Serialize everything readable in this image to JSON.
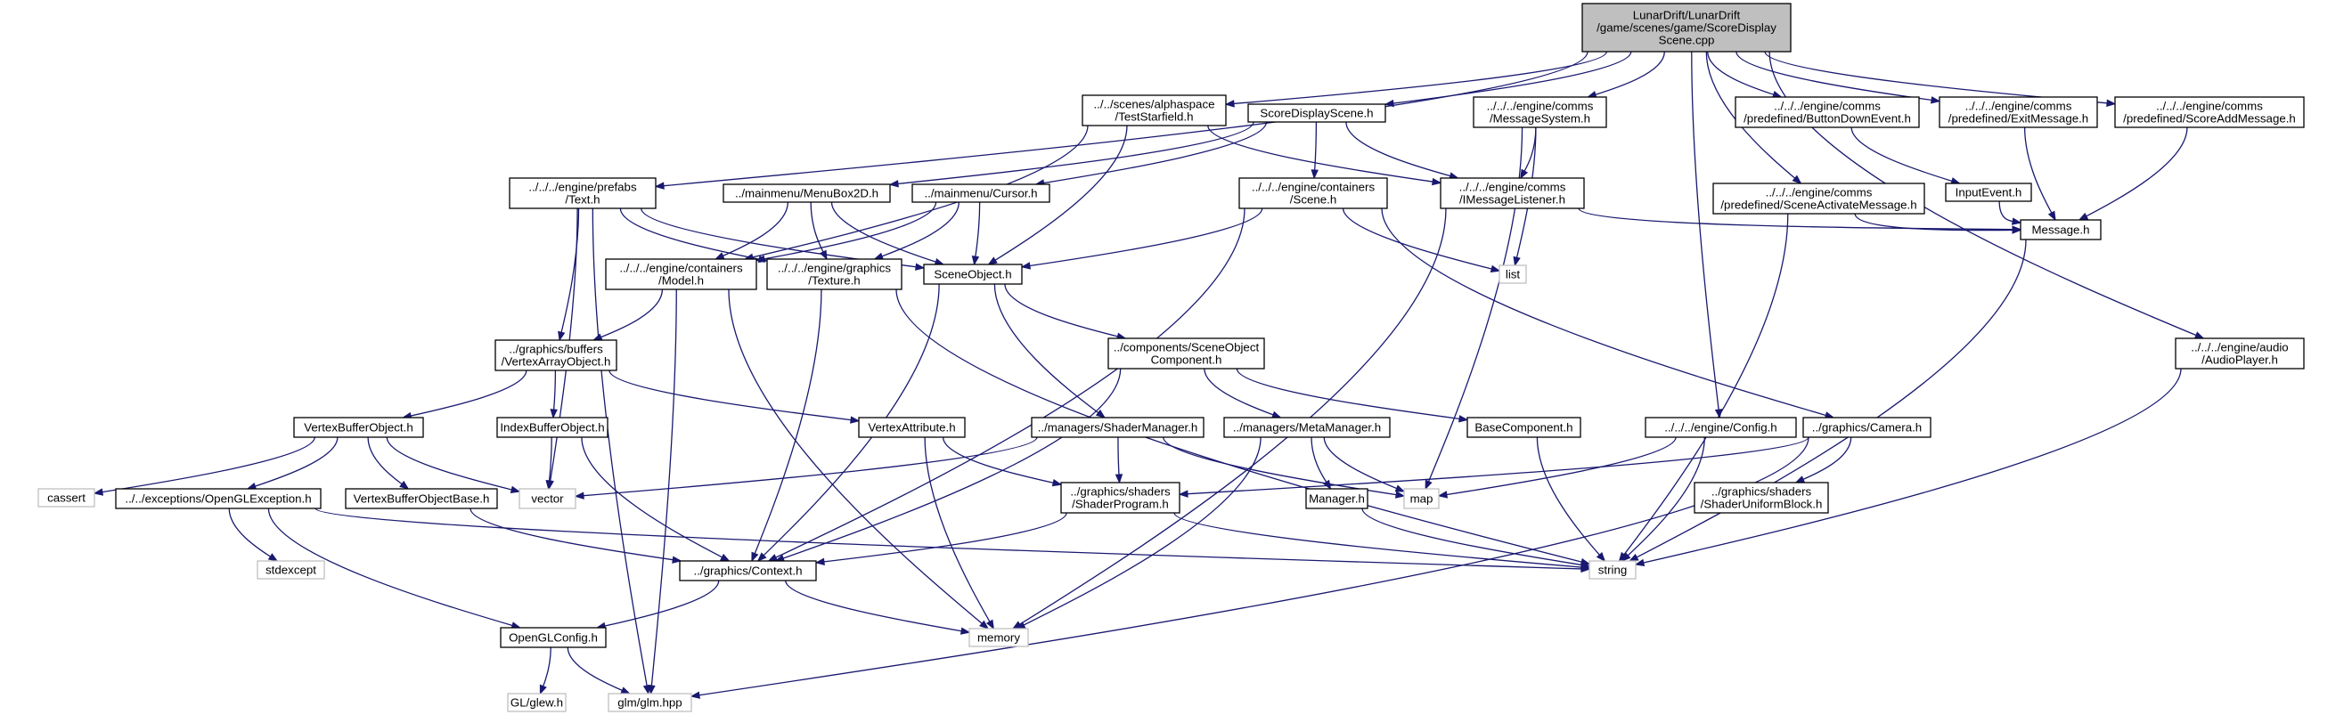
{
  "colors": {
    "edge": "#191970",
    "root_fill": "#bfbfbf",
    "file_border": "#000000",
    "system_border": "#bfbfbf",
    "background": "#ffffff"
  },
  "nodes": [
    {
      "id": "root",
      "lines": [
        "LunarDrift/LunarDrift",
        "/game/scenes/game/ScoreDisplay",
        "Scene.cpp"
      ],
      "kind": "root"
    },
    {
      "id": "text_h",
      "lines": [
        "../../../engine/prefabs",
        "/Text.h"
      ],
      "kind": "file"
    },
    {
      "id": "teststarfield_h",
      "lines": [
        "../../scenes/alphaspace",
        "/TestStarfield.h"
      ],
      "kind": "file"
    },
    {
      "id": "scoredisplayscene_h",
      "lines": [
        "ScoreDisplayScene.h"
      ],
      "kind": "file"
    },
    {
      "id": "messagesystem_h",
      "lines": [
        "../../../engine/comms",
        "/MessageSystem.h"
      ],
      "kind": "file"
    },
    {
      "id": "buttondownevent_h",
      "lines": [
        "../../../engine/comms",
        "/predefined/ButtonDownEvent.h"
      ],
      "kind": "file"
    },
    {
      "id": "exitmessage_h",
      "lines": [
        "../../../engine/comms",
        "/predefined/ExitMessage.h"
      ],
      "kind": "file"
    },
    {
      "id": "scoreaddmessage_h",
      "lines": [
        "../../../engine/comms",
        "/predefined/ScoreAddMessage.h"
      ],
      "kind": "file"
    },
    {
      "id": "menubox2d_h",
      "lines": [
        "../mainmenu/MenuBox2D.h"
      ],
      "kind": "file"
    },
    {
      "id": "cursor_h",
      "lines": [
        "../mainmenu/Cursor.h"
      ],
      "kind": "file"
    },
    {
      "id": "scene_h",
      "lines": [
        "../../../engine/containers",
        "/Scene.h"
      ],
      "kind": "file"
    },
    {
      "id": "imessagelistener_h",
      "lines": [
        "../../../engine/comms",
        "/IMessageListener.h"
      ],
      "kind": "file"
    },
    {
      "id": "sceneactivatemessage_h",
      "lines": [
        "../../../engine/comms",
        "/predefined/SceneActivateMessage.h"
      ],
      "kind": "file"
    },
    {
      "id": "inputevent_h",
      "lines": [
        "InputEvent.h"
      ],
      "kind": "file"
    },
    {
      "id": "model_h",
      "lines": [
        "../../../engine/containers",
        "/Model.h"
      ],
      "kind": "file"
    },
    {
      "id": "texture_h",
      "lines": [
        "../../../engine/graphics",
        "/Texture.h"
      ],
      "kind": "file"
    },
    {
      "id": "sceneobject_h",
      "lines": [
        "SceneObject.h"
      ],
      "kind": "file"
    },
    {
      "id": "list",
      "lines": [
        "list"
      ],
      "kind": "system"
    },
    {
      "id": "message_h",
      "lines": [
        "Message.h"
      ],
      "kind": "file"
    },
    {
      "id": "vertexarrayobject_h",
      "lines": [
        "../graphics/buffers",
        "/VertexArrayObject.h"
      ],
      "kind": "file"
    },
    {
      "id": "sceneobjectcomponent_h",
      "lines": [
        "../components/SceneObject",
        "Component.h"
      ],
      "kind": "file"
    },
    {
      "id": "audioplayer_h",
      "lines": [
        "../../../engine/audio",
        "/AudioPlayer.h"
      ],
      "kind": "file"
    },
    {
      "id": "vertexbufferobject_h",
      "lines": [
        "VertexBufferObject.h"
      ],
      "kind": "file"
    },
    {
      "id": "indexbufferobject_h",
      "lines": [
        "IndexBufferObject.h"
      ],
      "kind": "file"
    },
    {
      "id": "vertexattribute_h",
      "lines": [
        "VertexAttribute.h"
      ],
      "kind": "file"
    },
    {
      "id": "shadermanager_h",
      "lines": [
        "../managers/ShaderManager.h"
      ],
      "kind": "file"
    },
    {
      "id": "metamanager_h",
      "lines": [
        "../managers/MetaManager.h"
      ],
      "kind": "file"
    },
    {
      "id": "basecomponent_h",
      "lines": [
        "BaseComponent.h"
      ],
      "kind": "file"
    },
    {
      "id": "config_h",
      "lines": [
        "../../../engine/Config.h"
      ],
      "kind": "file"
    },
    {
      "id": "camera_h",
      "lines": [
        "../graphics/Camera.h"
      ],
      "kind": "file"
    },
    {
      "id": "cassert",
      "lines": [
        "cassert"
      ],
      "kind": "system"
    },
    {
      "id": "openglexception_h",
      "lines": [
        "../../exceptions/OpenGLException.h"
      ],
      "kind": "file"
    },
    {
      "id": "vertexbufferobjectbase_h",
      "lines": [
        "VertexBufferObjectBase.h"
      ],
      "kind": "file"
    },
    {
      "id": "vector",
      "lines": [
        "vector"
      ],
      "kind": "system"
    },
    {
      "id": "shaderprogram_h",
      "lines": [
        "../graphics/shaders",
        "/ShaderProgram.h"
      ],
      "kind": "file"
    },
    {
      "id": "manager_h",
      "lines": [
        "Manager.h"
      ],
      "kind": "file"
    },
    {
      "id": "map",
      "lines": [
        "map"
      ],
      "kind": "system"
    },
    {
      "id": "shaderuniformblock_h",
      "lines": [
        "../graphics/shaders",
        "/ShaderUniformBlock.h"
      ],
      "kind": "file"
    },
    {
      "id": "stdexcept",
      "lines": [
        "stdexcept"
      ],
      "kind": "system"
    },
    {
      "id": "context_h",
      "lines": [
        "../graphics/Context.h"
      ],
      "kind": "file"
    },
    {
      "id": "string",
      "lines": [
        "string"
      ],
      "kind": "system"
    },
    {
      "id": "openglconfig_h",
      "lines": [
        "OpenGLConfig.h"
      ],
      "kind": "file"
    },
    {
      "id": "memory",
      "lines": [
        "memory"
      ],
      "kind": "system"
    },
    {
      "id": "glew_h",
      "lines": [
        "GL/glew.h"
      ],
      "kind": "system"
    },
    {
      "id": "glm_hpp",
      "lines": [
        "glm/glm.hpp"
      ],
      "kind": "system"
    }
  ],
  "edges": [
    [
      "root",
      "text_h"
    ],
    [
      "root",
      "teststarfield_h"
    ],
    [
      "root",
      "scoredisplayscene_h"
    ],
    [
      "root",
      "messagesystem_h"
    ],
    [
      "root",
      "buttondownevent_h"
    ],
    [
      "root",
      "exitmessage_h"
    ],
    [
      "root",
      "scoreaddmessage_h"
    ],
    [
      "root",
      "sceneactivatemessage_h"
    ],
    [
      "root",
      "config_h"
    ],
    [
      "root",
      "audioplayer_h"
    ],
    [
      "text_h",
      "vertexarrayobject_h"
    ],
    [
      "text_h",
      "sceneobject_h"
    ],
    [
      "text_h",
      "texture_h"
    ],
    [
      "text_h",
      "vector"
    ],
    [
      "text_h",
      "glm_hpp"
    ],
    [
      "teststarfield_h",
      "model_h"
    ],
    [
      "teststarfield_h",
      "sceneobject_h"
    ],
    [
      "teststarfield_h",
      "imessagelistener_h"
    ],
    [
      "scoredisplayscene_h",
      "menubox2d_h"
    ],
    [
      "scoredisplayscene_h",
      "cursor_h"
    ],
    [
      "scoredisplayscene_h",
      "scene_h"
    ],
    [
      "scoredisplayscene_h",
      "imessagelistener_h"
    ],
    [
      "messagesystem_h",
      "imessagelistener_h"
    ],
    [
      "messagesystem_h",
      "list"
    ],
    [
      "messagesystem_h",
      "map"
    ],
    [
      "buttondownevent_h",
      "inputevent_h"
    ],
    [
      "exitmessage_h",
      "message_h"
    ],
    [
      "scoreaddmessage_h",
      "message_h"
    ],
    [
      "inputevent_h",
      "message_h"
    ],
    [
      "menubox2d_h",
      "model_h"
    ],
    [
      "menubox2d_h",
      "texture_h"
    ],
    [
      "menubox2d_h",
      "sceneobject_h"
    ],
    [
      "cursor_h",
      "model_h"
    ],
    [
      "cursor_h",
      "texture_h"
    ],
    [
      "cursor_h",
      "sceneobject_h"
    ],
    [
      "scene_h",
      "sceneobject_h"
    ],
    [
      "scene_h",
      "list"
    ],
    [
      "scene_h",
      "camera_h"
    ],
    [
      "scene_h",
      "context_h"
    ],
    [
      "imessagelistener_h",
      "message_h"
    ],
    [
      "imessagelistener_h",
      "memory"
    ],
    [
      "sceneactivatemessage_h",
      "message_h"
    ],
    [
      "sceneactivatemessage_h",
      "string"
    ],
    [
      "message_h",
      "string"
    ],
    [
      "audioplayer_h",
      "string"
    ],
    [
      "model_h",
      "vertexarrayobject_h"
    ],
    [
      "model_h",
      "memory"
    ],
    [
      "model_h",
      "glm_hpp"
    ],
    [
      "texture_h",
      "context_h"
    ],
    [
      "texture_h",
      "string"
    ],
    [
      "sceneobject_h",
      "sceneobjectcomponent_h"
    ],
    [
      "sceneobject_h",
      "shadermanager_h"
    ],
    [
      "sceneobject_h",
      "context_h"
    ],
    [
      "vertexarrayobject_h",
      "vertexbufferobject_h"
    ],
    [
      "vertexarrayobject_h",
      "indexbufferobject_h"
    ],
    [
      "vertexarrayobject_h",
      "vertexattribute_h"
    ],
    [
      "sceneobjectcomponent_h",
      "metamanager_h"
    ],
    [
      "sceneobjectcomponent_h",
      "basecomponent_h"
    ],
    [
      "sceneobjectcomponent_h",
      "context_h"
    ],
    [
      "vertexbufferobject_h",
      "cassert"
    ],
    [
      "vertexbufferobject_h",
      "openglexception_h"
    ],
    [
      "vertexbufferobject_h",
      "vertexbufferobjectbase_h"
    ],
    [
      "vertexbufferobject_h",
      "vector"
    ],
    [
      "indexbufferobject_h",
      "vector"
    ],
    [
      "indexbufferobject_h",
      "context_h"
    ],
    [
      "vertexattribute_h",
      "shaderprogram_h"
    ],
    [
      "vertexattribute_h",
      "memory"
    ],
    [
      "shadermanager_h",
      "shaderprogram_h"
    ],
    [
      "shadermanager_h",
      "vector"
    ],
    [
      "shadermanager_h",
      "map"
    ],
    [
      "metamanager_h",
      "manager_h"
    ],
    [
      "metamanager_h",
      "map"
    ],
    [
      "metamanager_h",
      "memory"
    ],
    [
      "basecomponent_h",
      "string"
    ],
    [
      "config_h",
      "map"
    ],
    [
      "config_h",
      "string"
    ],
    [
      "camera_h",
      "shaderprogram_h"
    ],
    [
      "camera_h",
      "shaderuniformblock_h"
    ],
    [
      "camera_h",
      "glm_hpp"
    ],
    [
      "openglexception_h",
      "stdexcept"
    ],
    [
      "openglexception_h",
      "string"
    ],
    [
      "openglexception_h",
      "openglconfig_h"
    ],
    [
      "vertexbufferobjectbase_h",
      "context_h"
    ],
    [
      "shaderprogram_h",
      "context_h"
    ],
    [
      "shaderprogram_h",
      "string"
    ],
    [
      "manager_h",
      "string"
    ],
    [
      "context_h",
      "openglconfig_h"
    ],
    [
      "context_h",
      "memory"
    ],
    [
      "openglconfig_h",
      "glew_h"
    ],
    [
      "openglconfig_h",
      "glm_hpp"
    ]
  ]
}
